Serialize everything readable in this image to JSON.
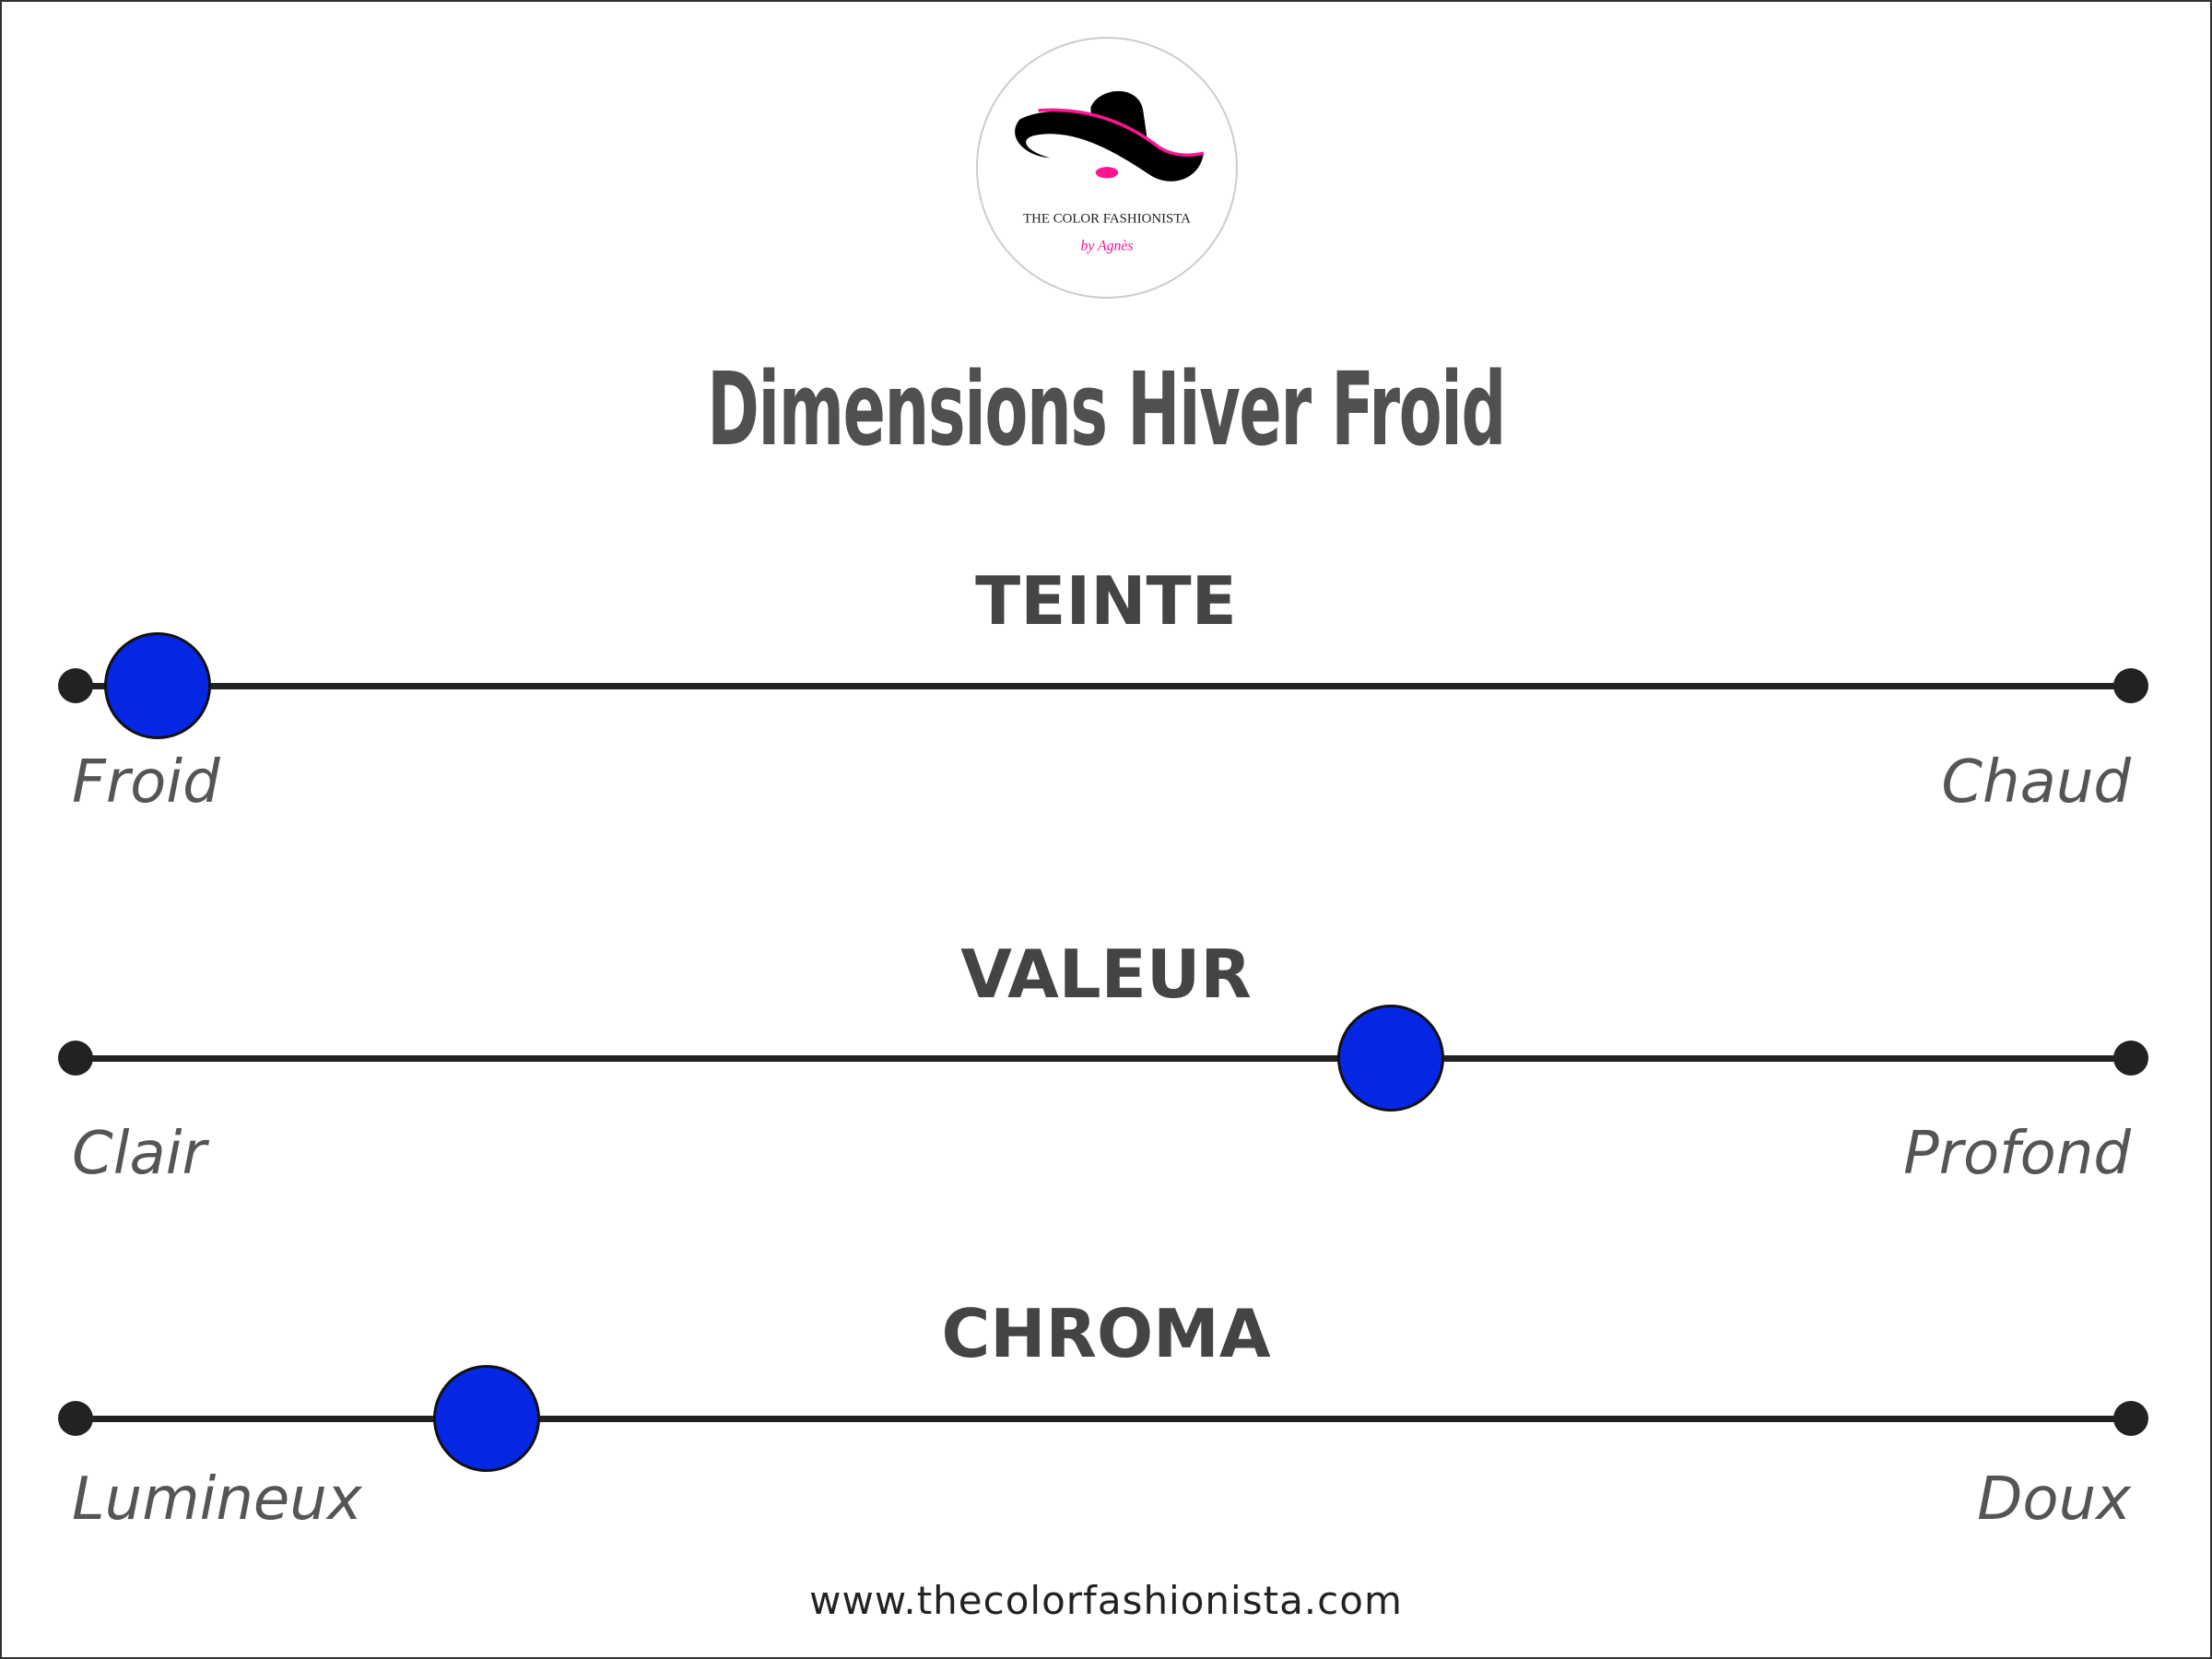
{
  "logo": {
    "name": "THE COLOR FASHIONISTA",
    "signature": "by Agnès"
  },
  "title": "Dimensions Hiver Froid",
  "colors": {
    "knob": "#0527e3",
    "track": "#222222",
    "text": "#444444"
  },
  "sliders": [
    {
      "heading": "TEINTE",
      "left_label": "Froid",
      "right_label": "Chaud",
      "value": 0.04
    },
    {
      "heading": "VALEUR",
      "left_label": "Clair",
      "right_label": "Profond",
      "value": 0.64
    },
    {
      "heading": "CHROMA",
      "left_label": "Lumineux",
      "right_label": "Doux",
      "value": 0.2
    }
  ],
  "footer": "www.thecolorfashionista.com"
}
